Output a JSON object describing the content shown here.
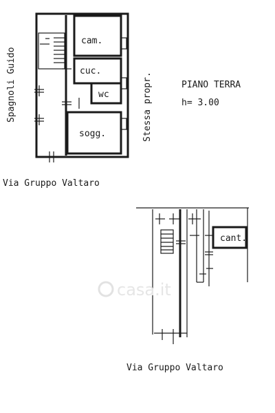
{
  "plan": {
    "owner_label": "Spagnoli Guido",
    "neighbor_label": "Stessa propr.",
    "floor_title": "PIANO TERRA",
    "height_label": "h= 3.00",
    "street_top": "Via Gruppo Valtaro",
    "street_bottom": "Via Gruppo Valtaro",
    "rooms": {
      "cam": "cam.",
      "cuc": "cuc.",
      "wc": "wc",
      "sogg": "sogg.",
      "cant": "cant."
    },
    "watermark": "casa.it"
  }
}
